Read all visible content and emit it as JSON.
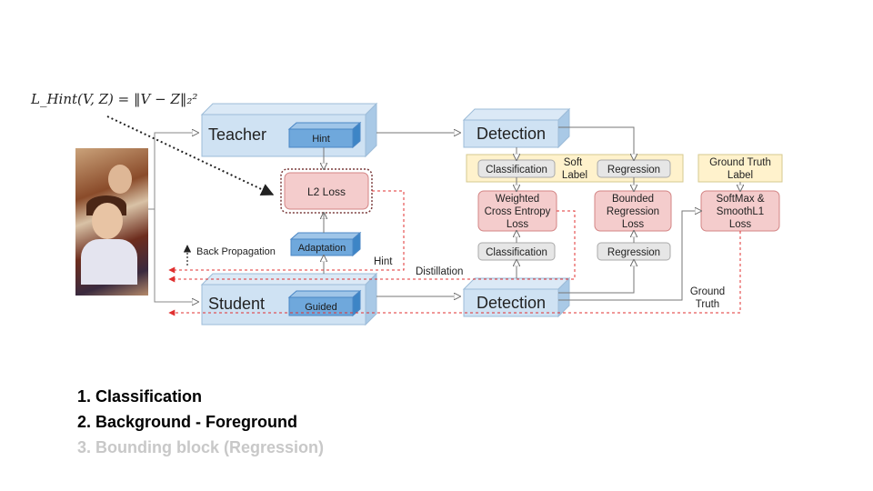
{
  "formula": "L_Hint(V, Z) = ‖V − Z‖₂²",
  "nodes": {
    "teacher": "Teacher",
    "hint": "Hint",
    "student": "Student",
    "guided": "Guided",
    "adaptation": "Adaptation",
    "l2_loss": "L2 Loss",
    "detection_top": "Detection",
    "detection_bottom": "Detection",
    "classification_top": "Classification",
    "regression_top": "Regression",
    "classification_bottom": "Classification",
    "regression_bottom": "Regression",
    "soft_label": [
      "Soft",
      "Label"
    ],
    "ground_truth_label": [
      "Ground Truth",
      "Label"
    ],
    "wce_loss": [
      "Weighted",
      "Cross Entropy",
      "Loss"
    ],
    "bounded_reg_loss": [
      "Bounded",
      "Regression",
      "Loss"
    ],
    "softmax_loss": [
      "SoftMax &",
      "SmoothL1",
      "Loss"
    ]
  },
  "labels": {
    "back_propagation": "Back Propagation",
    "hint_edge": "Hint",
    "distillation": "Distillation",
    "ground_truth": [
      "Ground",
      "Truth"
    ]
  },
  "list": [
    "1. Classification",
    "2. Background - Foreground",
    "3. Bounding block (Regression)"
  ],
  "colors": {
    "block_face": "#cfe2f3",
    "block_side": "#a9c9e6",
    "inner_blue": "#6fa8dc",
    "loss_fill": "#f4cccc",
    "loss_stroke": "#d38585",
    "label_fill": "#fff2cc",
    "grey_box": "#e6e6e6",
    "red_dash": "#e03030",
    "list_active": "#000000",
    "list_inactive": "#c8c8c8"
  }
}
